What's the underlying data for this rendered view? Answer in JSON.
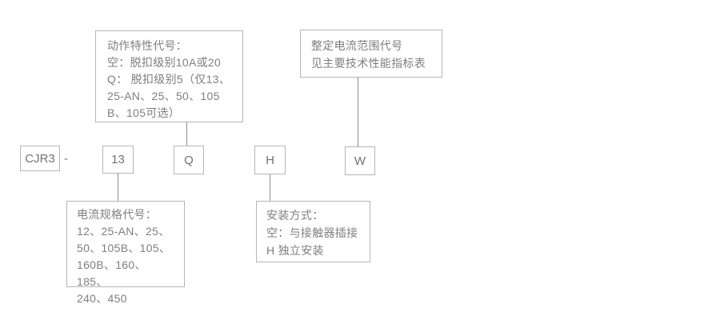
{
  "diagram": {
    "title_semantic": "CJR3 thermal relay model designation diagram",
    "model_prefix": "CJR3",
    "separator": "-",
    "code_boxes": [
      {
        "id": "current-spec-code",
        "label": "13"
      },
      {
        "id": "action-characteristic-code",
        "label": "Q"
      },
      {
        "id": "mounting-code",
        "label": "H"
      },
      {
        "id": "current-range-code",
        "label": "W"
      }
    ],
    "callouts": {
      "action_characteristic": {
        "lines": [
          "动作特性代号：",
          "空：脱扣级别10A或20",
          "Q： 脱扣级别5（仅13、",
          "25-AN、25、50、105",
          "B、105可选）"
        ]
      },
      "current_range": {
        "lines": [
          "整定电流范围代号",
          "见主要技术性能指标表"
        ]
      },
      "current_spec": {
        "lines": [
          "电流规格代号：",
          "12、25-AN、25、",
          "50、105B、105、",
          "160B、160、185、",
          "240、450"
        ]
      },
      "mounting": {
        "lines": [
          "安装方式：",
          "空：与接触器插接",
          "H   独立安装"
        ]
      }
    },
    "colors": {
      "background": "#ffffff",
      "border": "#b5b5b5",
      "text": "#7f7f7f",
      "connector": "#8f8f8f"
    }
  }
}
